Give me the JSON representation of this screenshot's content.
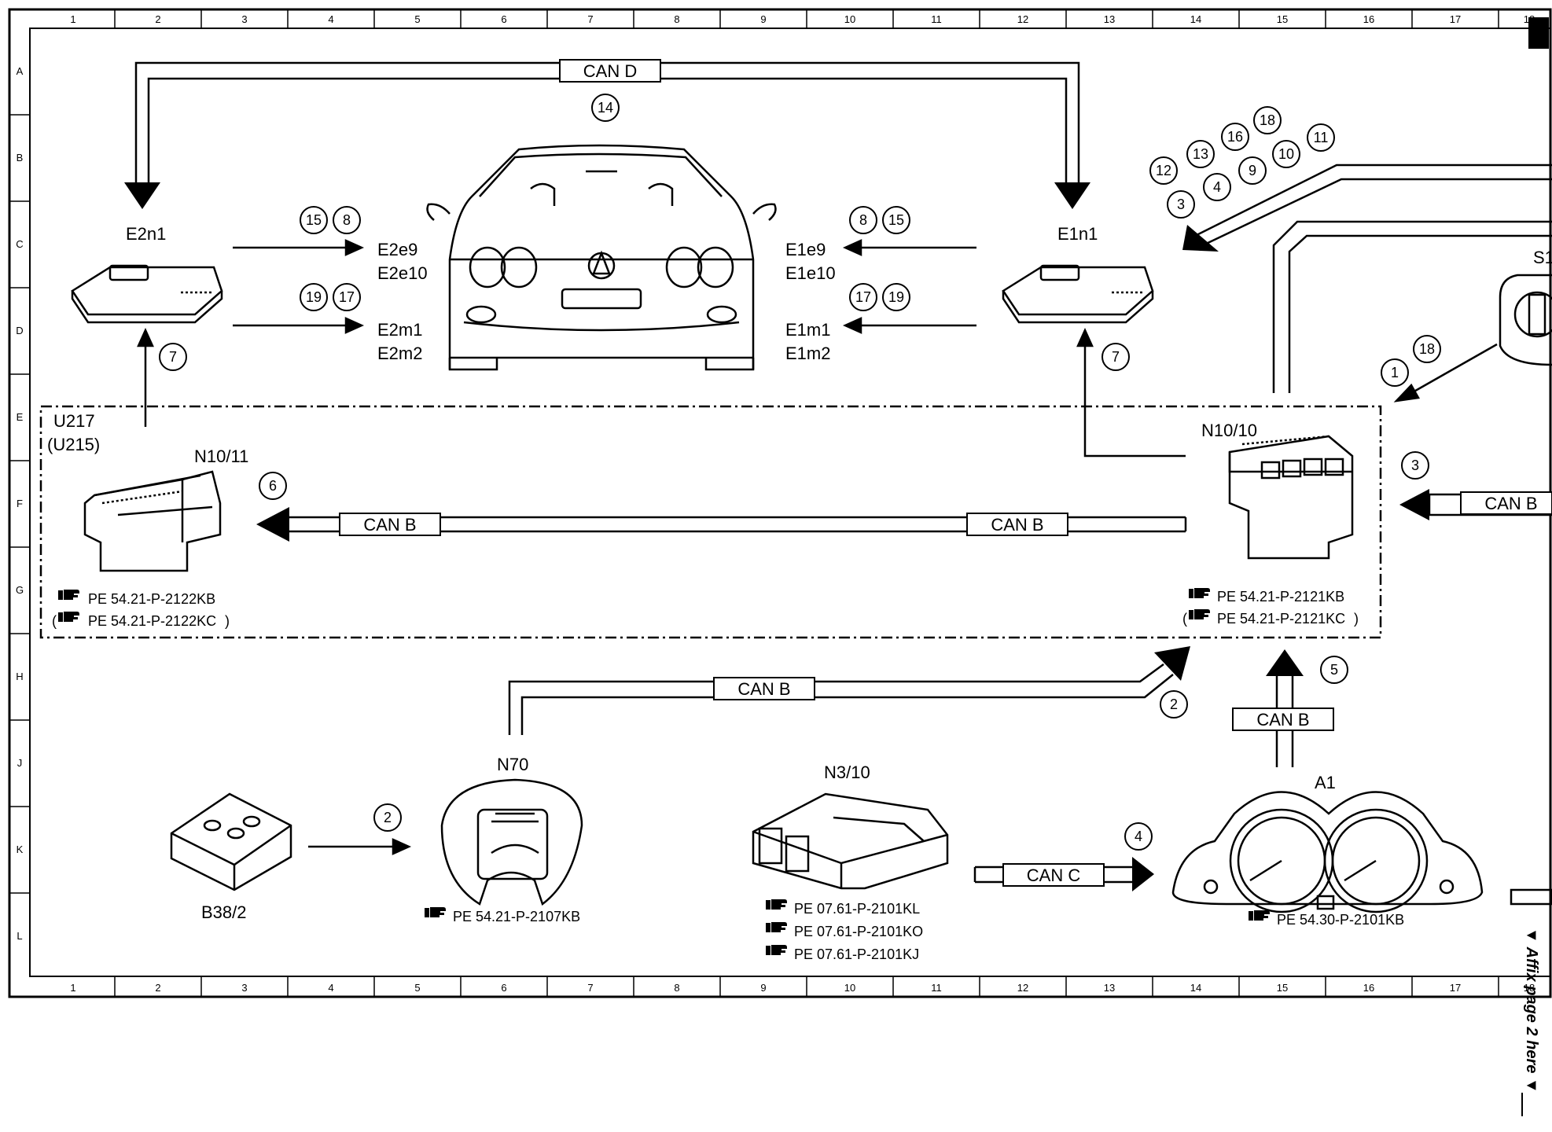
{
  "grid": {
    "columns": [
      "1",
      "2",
      "3",
      "4",
      "5",
      "6",
      "7",
      "8",
      "9",
      "10",
      "11",
      "12",
      "13",
      "14",
      "15",
      "16",
      "17",
      "18"
    ],
    "rows": [
      "A",
      "B",
      "C",
      "D",
      "E",
      "F",
      "G",
      "H",
      "J",
      "K",
      "L"
    ]
  },
  "bus_labels": {
    "can_d": "CAN D",
    "can_b_left": "CAN B",
    "can_b_mid": "CAN B",
    "can_b_right": "CAN B",
    "can_b_n70": "CAN B",
    "can_b_a1": "CAN B",
    "can_c": "CAN C"
  },
  "components": {
    "e2n1": "E2n1",
    "e1n1": "E1n1",
    "n10_11": "N10/11",
    "n10_10": "N10/10",
    "u217": "U217",
    "u215": "(U215)",
    "n70": "N70",
    "n3_10": "N3/10",
    "a1": "A1",
    "b38_2": "B38/2",
    "s1_partial": "S1"
  },
  "outputs": {
    "e2e9": "E2e9",
    "e2e10": "E2e10",
    "e2m1": "E2m1",
    "e2m2": "E2m2",
    "e1e9": "E1e9",
    "e1e10": "E1e10",
    "e1m1": "E1m1",
    "e1m2": "E1m2"
  },
  "references": {
    "n10_11_a": "PE 54.21-P-2122KB",
    "n10_11_b": "PE 54.21-P-2122KC",
    "n10_10_a": "PE 54.21-P-2121KB",
    "n10_10_b": "PE 54.21-P-2121KC",
    "n70": "PE 54.21-P-2107KB",
    "n3_10_a": "PE 07.61-P-2101KL",
    "n3_10_b": "PE 07.61-P-2101KO",
    "n3_10_c": "PE 07.61-P-2101KJ",
    "a1": "PE 54.30-P-2101KB"
  },
  "circled_numbers": {
    "c14": "14",
    "c15a": "15",
    "c8a": "8",
    "c19a": "19",
    "c17a": "17",
    "c8b": "8",
    "c15b": "15",
    "c17b": "17",
    "c19b": "19",
    "c7a": "7",
    "c7b": "7",
    "c6": "6",
    "c3a": "3",
    "c18a": "18",
    "c16": "16",
    "c13": "13",
    "c11": "11",
    "c10": "10",
    "c12": "12",
    "c9": "9",
    "c4a": "4",
    "c3b": "3",
    "c18b": "18",
    "c1": "1",
    "c2a": "2",
    "c2b": "2",
    "c5": "5",
    "c4b": "4"
  },
  "margin_note": "▼ Affix page 2 here ▼",
  "colors": {
    "ink": "#000000",
    "paper": "#ffffff"
  },
  "icons": [
    "reference-hand-icon"
  ]
}
